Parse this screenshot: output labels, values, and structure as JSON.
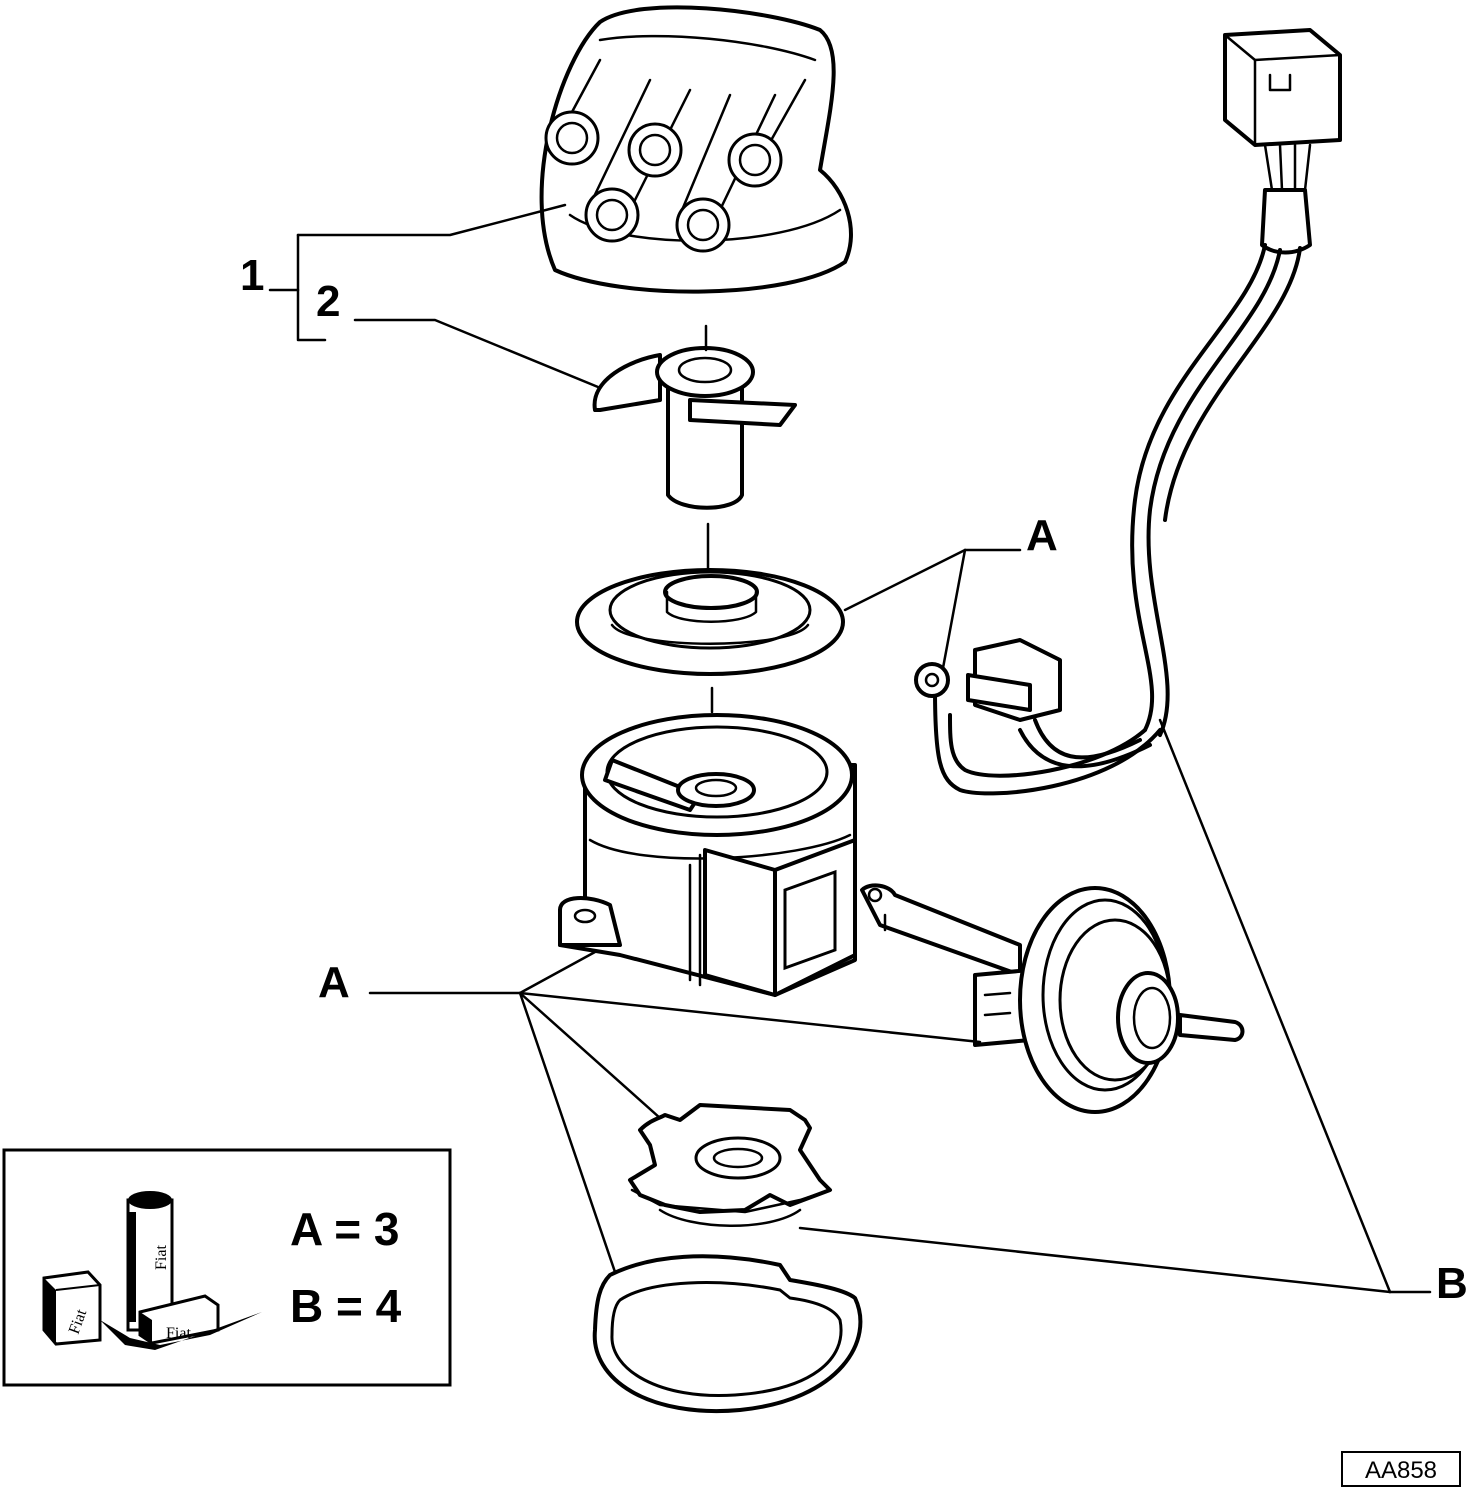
{
  "callouts": {
    "distributor_cap": "1",
    "rotor": "2",
    "sealant_upper": "A",
    "sealant_lower": "A",
    "grease": "B"
  },
  "legend": {
    "line_a": "A = 3",
    "line_b": "B = 4",
    "product_brand": "Fiat"
  },
  "figure_code": "AA858"
}
